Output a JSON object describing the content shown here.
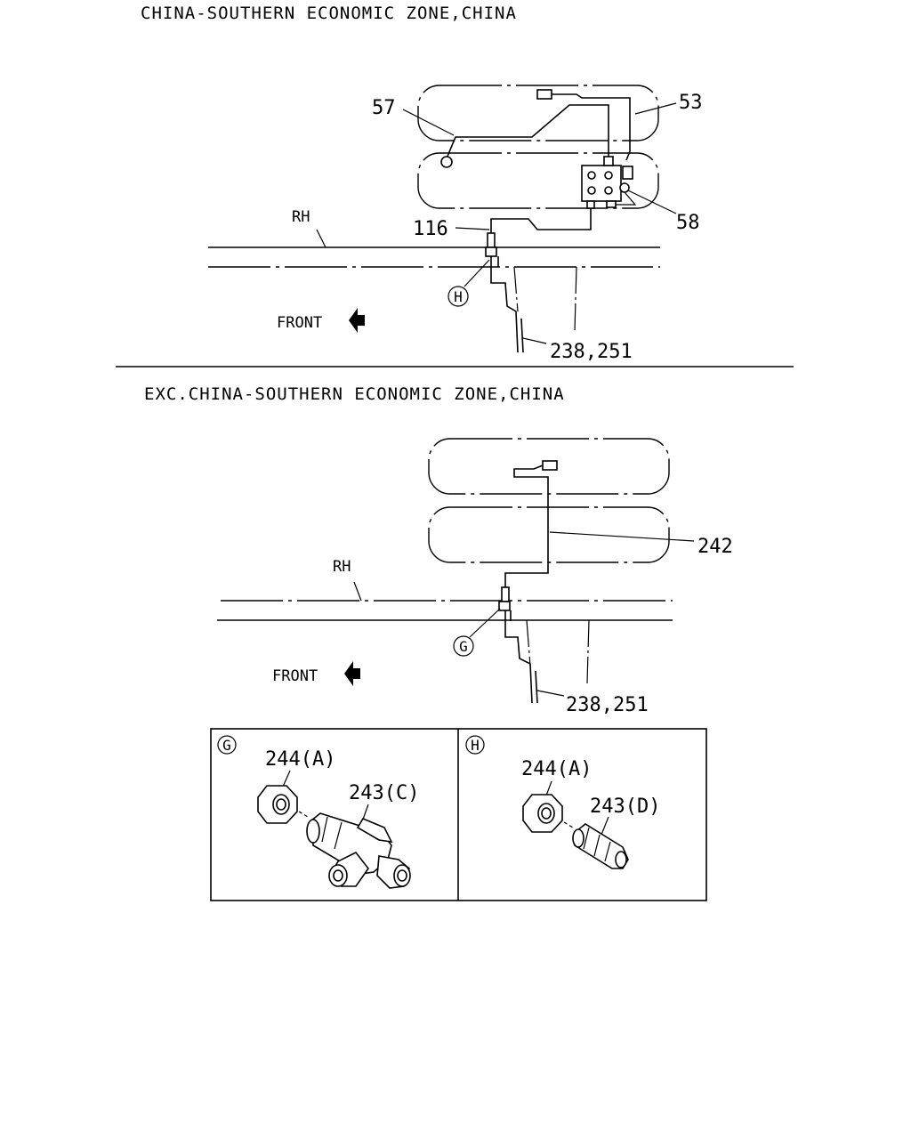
{
  "top_section": {
    "title": "CHINA-SOUTHERN ECONOMIC ZONE,CHINA",
    "labels": {
      "p57": "57",
      "p53": "53",
      "p58": "58",
      "p116": "116",
      "rh": "RH",
      "front": "FRONT",
      "p238": "238,251",
      "detail": "H"
    }
  },
  "bottom_section": {
    "title": "EXC.CHINA-SOUTHERN ECONOMIC ZONE,CHINA",
    "labels": {
      "p242": "242",
      "rh": "RH",
      "front": "FRONT",
      "p238": "238,251",
      "detail": "G"
    }
  },
  "detail_g": {
    "badge": "G",
    "nut_label": "244(A)",
    "fitting_label": "243(C)"
  },
  "detail_h": {
    "badge": "H",
    "nut_label": "244(A)",
    "fitting_label": "243(D)"
  }
}
